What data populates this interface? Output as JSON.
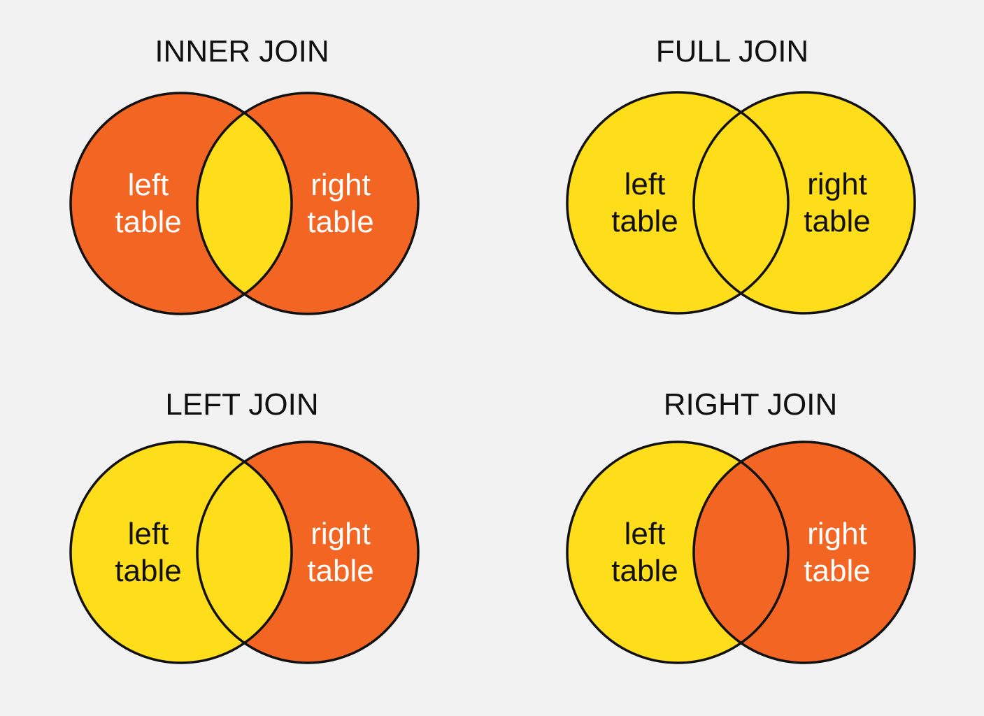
{
  "colors": {
    "background": "#f2f2f2",
    "selected": "#f26522",
    "unselected": "#fedd1a",
    "outline": "#111111",
    "text_on_selected": "#ffffff",
    "text_on_unselected": "#111111"
  },
  "diagrams": [
    {
      "id": "inner",
      "title": "INNER JOIN",
      "left_label": [
        "left",
        "table"
      ],
      "right_label": [
        "right",
        "table"
      ],
      "fill": {
        "left_only": "selected",
        "overlap": "unselected",
        "right_only": "selected"
      }
    },
    {
      "id": "full",
      "title": "FULL JOIN",
      "left_label": [
        "left",
        "table"
      ],
      "right_label": [
        "right",
        "table"
      ],
      "fill": {
        "left_only": "unselected",
        "overlap": "unselected",
        "right_only": "unselected"
      }
    },
    {
      "id": "left",
      "title": "LEFT JOIN",
      "left_label": [
        "left",
        "table"
      ],
      "right_label": [
        "right",
        "table"
      ],
      "fill": {
        "left_only": "unselected",
        "overlap": "unselected",
        "right_only": "selected"
      }
    },
    {
      "id": "right",
      "title": "RIGHT JOIN",
      "left_label": [
        "left",
        "table"
      ],
      "right_label": [
        "right",
        "table"
      ],
      "fill": {
        "left_only": "unselected",
        "overlap": "selected",
        "right_only": "selected"
      }
    }
  ]
}
